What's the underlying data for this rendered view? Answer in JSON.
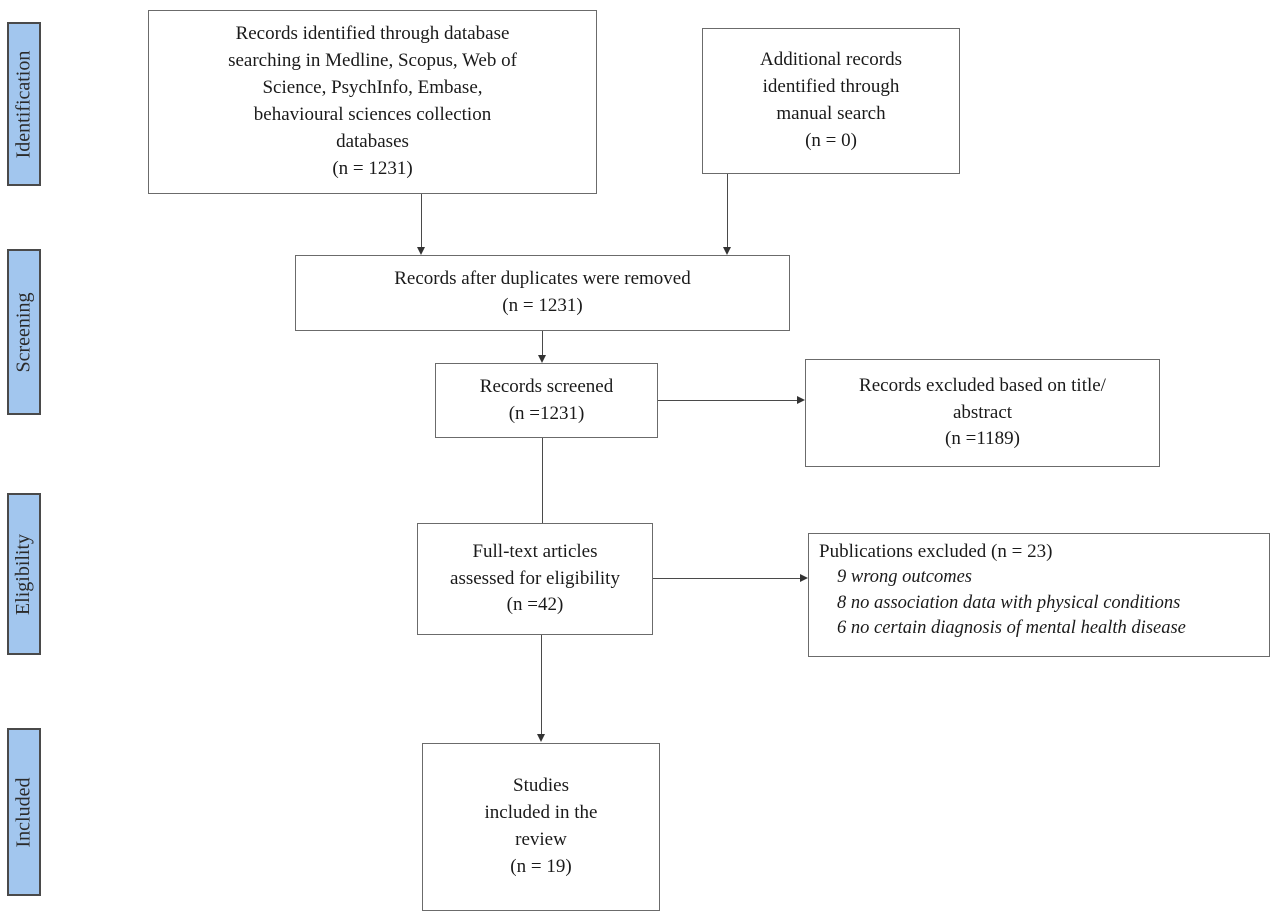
{
  "sidebar": {
    "labels": [
      "Identification",
      "Screening",
      "Eligibility",
      "Included"
    ],
    "fill_color": "#a2c6ee",
    "border_color": "#4a4a4a"
  },
  "boxes": {
    "records_identified": {
      "text": "Records identified through database\nsearching in Medline, Scopus, Web of\nScience, PsychInfo, Embase,\nbehavioural sciences collection\ndatabases\n(n = 1231)"
    },
    "additional_records": {
      "text": "Additional records\nidentified through\nmanual search\n(n = 0)"
    },
    "duplicates_removed": {
      "text": "Records after duplicates were removed\n(n = 1231)"
    },
    "records_screened": {
      "text": "Records screened\n(n =1231)"
    },
    "records_excluded": {
      "text": "Records excluded based on title/\nabstract\n(n =1189)"
    },
    "full_text_assessed": {
      "text": "Full-text articles\nassessed for eligibility\n(n =42)"
    },
    "publications_excluded": {
      "title": "Publications excluded (n = 23)",
      "details": "9 wrong outcomes\n8 no association data with physical conditions\n6 no certain diagnosis of mental health disease"
    },
    "studies_included": {
      "text": "Studies\nincluded in the\nreview\n(n = 19)"
    }
  }
}
